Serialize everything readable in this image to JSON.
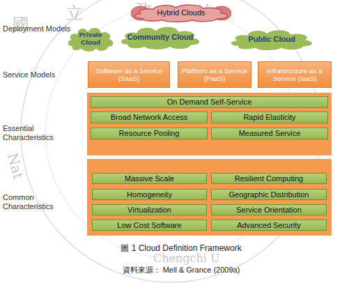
{
  "diagram": {
    "caption": "圖 1 Cloud Definition Framework",
    "nodes": [
      {
        "text": [
          "Hybrid Clouds"
        ]
      },
      {
        "text": [
          "Private Cloud"
        ]
      },
      {
        "text": [
          "Community Cloud"
        ]
      },
      {
        "text": [
          "Public Cloud"
        ]
      },
      {
        "text": [
          "Software as a Service (SaaS)"
        ]
      },
      {
        "text": [
          "Platform as a Service (PaaS)"
        ]
      },
      {
        "text": [
          "Infrastructure as a Service (IaaS)"
        ]
      },
      {
        "text": [
          "Essential Characteristics"
        ]
      },
      {
        "text": [
          "On Demand Self-Service"
        ],
        "in": 7
      },
      {
        "text": [
          "Broad Network Access"
        ],
        "in": 7
      },
      {
        "text": [
          "Rapid Elasticity"
        ],
        "in": 7
      },
      {
        "text": [
          "Resource Pooling"
        ],
        "in": 7
      },
      {
        "text": [
          "Measured Service"
        ],
        "in": 7
      },
      {
        "text": [
          "Common Characteristics"
        ]
      },
      {
        "text": [
          "Massive Scale"
        ],
        "in": 13
      },
      {
        "text": [
          "Resilient Computing"
        ],
        "in": 13
      },
      {
        "text": [
          "Homogeneity"
        ],
        "in": 13
      },
      {
        "text": [
          "Geographic Distribution"
        ],
        "in": 13
      },
      {
        "text": [
          "Virtualization"
        ],
        "in": 13
      },
      {
        "text": [
          "Service Orientation"
        ],
        "in": 13
      },
      {
        "text": [
          "Low Cost Software"
        ],
        "in": 13
      },
      {
        "text": [
          "Advanced Security"
        ],
        "in": 13
      }
    ],
    "labels": [
      "Deployment Models",
      "Service Models",
      "資料來源： Mell & Grance (2009a)",
      "國",
      "立",
      "政",
      "治",
      "Nat",
      "Chengchi U"
    ]
  }
}
